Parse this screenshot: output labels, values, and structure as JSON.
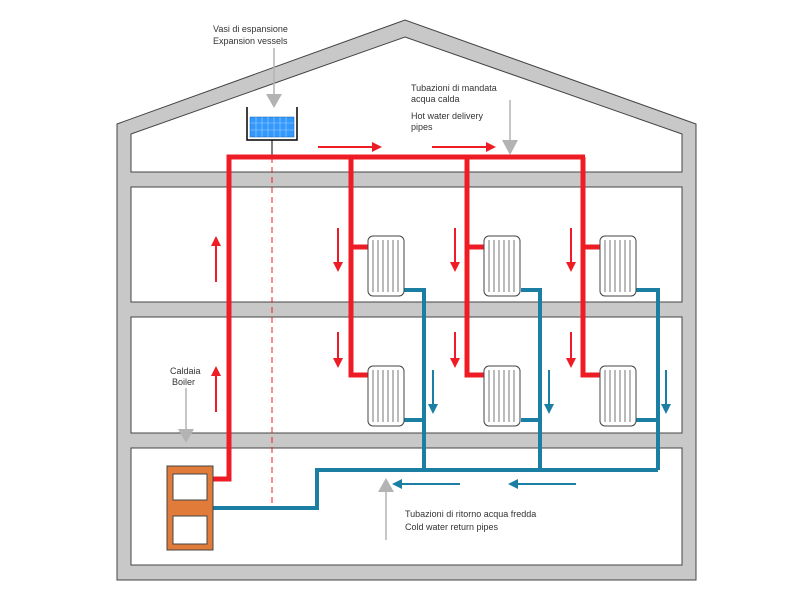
{
  "labels": {
    "expansion_it": "Vasi di espansione",
    "expansion_en": "Expansion vessels",
    "delivery_it_1": "Tubazioni di mandata",
    "delivery_it_2": "acqua calda",
    "delivery_en_1": "Hot water delivery",
    "delivery_en_2": "pipes",
    "boiler_it": "Caldaia",
    "boiler_en": "Boiler",
    "return_it": "Tubazioni di ritorno acqua fredda",
    "return_en": "Cold water return pipes"
  },
  "colors": {
    "hot_pipe": "#ee1c25",
    "cold_pipe": "#1a7fa3",
    "wall": "#c8c8c8",
    "outline": "#444444",
    "boiler": "#e07b3a",
    "tank_water": "#3399ff",
    "pointer": "#b3b3b3"
  }
}
